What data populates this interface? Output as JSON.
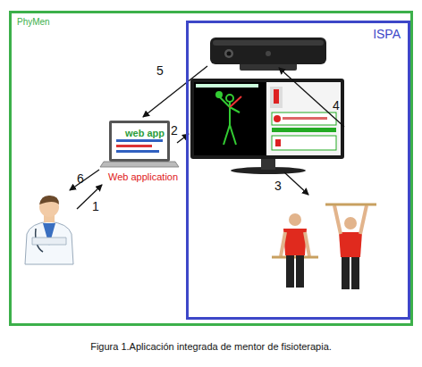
{
  "diagram": {
    "caption": "Figura 1.Aplicación integrada de mentor de fisioterapia.",
    "nodes": [
      {
        "text": [
          "PhyMen"
        ]
      },
      {
        "text": [
          "ISPA"
        ],
        "in": 0
      },
      {
        "text": [
          "web app",
          "Web application"
        ],
        "in": 0
      }
    ],
    "labels": [
      "1",
      "2",
      "3",
      "4",
      "5",
      "6"
    ]
  }
}
